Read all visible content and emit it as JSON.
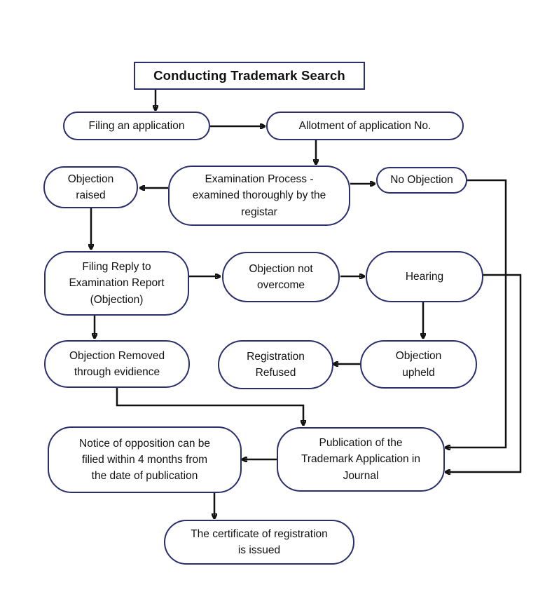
{
  "diagram": {
    "title": "Conducting  Trademark Search",
    "nodes": {
      "filing_application": "Filing an application",
      "allotment": "Allotment of application No.",
      "examination": "Examination Process -\nexamined thoroughly by the\nregistar",
      "objection_raised": "Objection\nraised",
      "no_objection": "No Objection",
      "filing_reply": "Filing Reply to\nExamination Report\n(Objection)",
      "objection_not_overcome": "Objection not\novercome",
      "hearing": "Hearing",
      "objection_removed": "Objection Removed\nthrough evidience",
      "registration_refused": "Registration\nRefused",
      "objection_upheld": "Objection\nupheld",
      "notice_of_opposition": "Notice of opposition  can be\nfilied within 4 months from\nthe date of publication",
      "publication": "Publication of the\nTrademark Application in\nJournal",
      "certificate": "The certificate of registration\nis issued"
    },
    "colors": {
      "node_border": "#2a2e6b",
      "arrow": "#111111",
      "background": "#ffffff"
    }
  }
}
